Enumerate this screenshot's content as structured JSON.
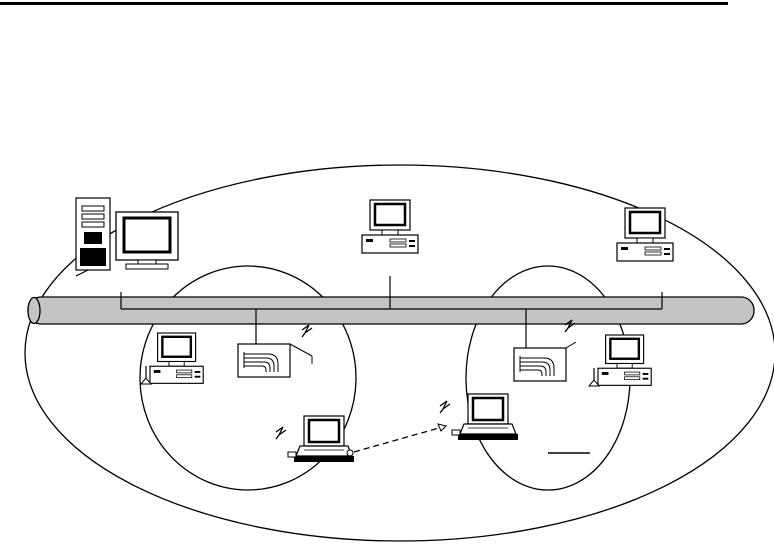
{
  "colors": {
    "ink": "#000000",
    "backbone_fill": "#c4c4c4",
    "screen_fill": "#ffffff",
    "paper": "#ffffff"
  },
  "diagram": {
    "components": [
      {
        "kind": "tower-server-with-monitor",
        "icon": "server-icon"
      },
      {
        "kind": "desktop-pc",
        "icon": "desktop-icon"
      },
      {
        "kind": "desktop-pc",
        "icon": "desktop-icon"
      },
      {
        "kind": "network-backbone-cable",
        "icon": "cable-icon"
      },
      {
        "kind": "wireless-access-point",
        "icon": "access-point-icon"
      },
      {
        "kind": "wireless-access-point",
        "icon": "access-point-icon"
      },
      {
        "kind": "wireless-desktop",
        "icon": "desktop-icon"
      },
      {
        "kind": "wireless-desktop",
        "icon": "desktop-icon"
      },
      {
        "kind": "wireless-laptop",
        "icon": "laptop-icon"
      },
      {
        "kind": "wireless-laptop",
        "icon": "laptop-icon"
      }
    ],
    "links": [
      {
        "from": "laptop-left",
        "to": "laptop-right",
        "style": "dashed"
      }
    ]
  }
}
